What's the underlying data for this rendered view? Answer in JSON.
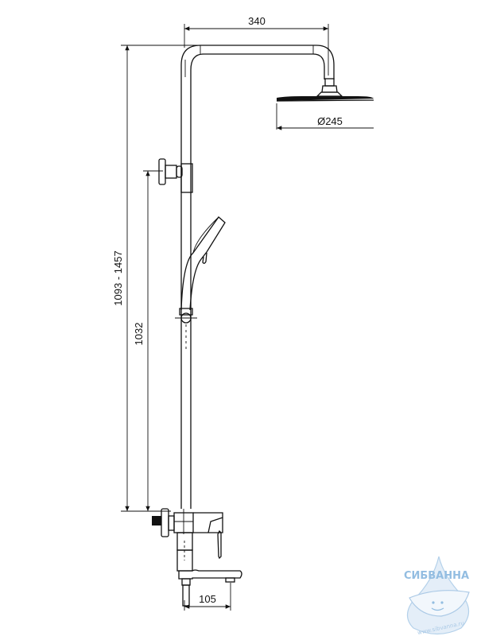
{
  "drawing": {
    "dimensions": {
      "arm_length": "340",
      "head_diameter": "Ø245",
      "height_range": "1093 - 1457",
      "bracket_height": "1032",
      "spout_length": "105"
    }
  },
  "watermark": {
    "brand": "СИБВАННА",
    "url": "www.sibvanna.ru",
    "color": "#6fa8d8"
  }
}
